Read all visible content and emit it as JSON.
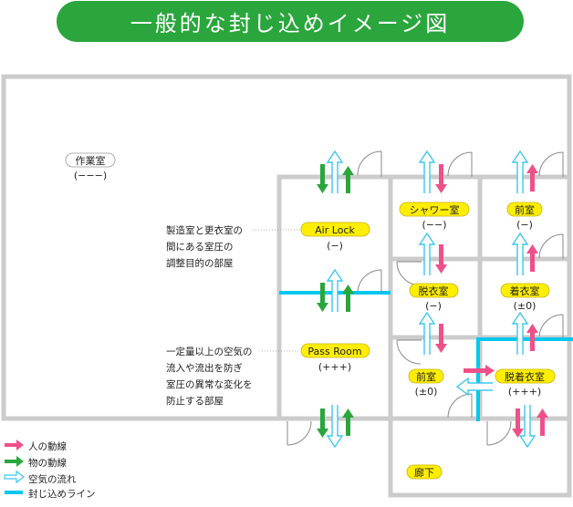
{
  "title": "一般的な封じ込めイメージ図",
  "colors": {
    "title_bg": "#2aa63c",
    "wall": "#cccccc",
    "seal_line": "#00c8f0",
    "person_flow": "#f0508a",
    "material_flow": "#2aa63c",
    "air_flow": "#3cc8f0",
    "room_pill": "#ffee00"
  },
  "rooms": [
    {
      "id": "work",
      "name": "作業室",
      "pressure": "(−−−)",
      "pill_style": "outline"
    },
    {
      "id": "airlock",
      "name": "Air Lock",
      "pressure": "(−)",
      "pill_style": "yellow"
    },
    {
      "id": "passroom",
      "name": "Pass Room",
      "pressure": "(+++)",
      "pill_style": "yellow"
    },
    {
      "id": "shower",
      "name": "シャワー室",
      "pressure": "(−−)",
      "pill_style": "yellow"
    },
    {
      "id": "anteroom1",
      "name": "前室",
      "pressure": "(−)",
      "pill_style": "yellow"
    },
    {
      "id": "undress",
      "name": "脱衣室",
      "pressure": "(−)",
      "pill_style": "yellow"
    },
    {
      "id": "dress",
      "name": "着衣室",
      "pressure": "(±0)",
      "pill_style": "yellow"
    },
    {
      "id": "anteroom2",
      "name": "前室",
      "pressure": "(±0)",
      "pill_style": "yellow"
    },
    {
      "id": "changing",
      "name": "脱着衣室",
      "pressure": "(+++)",
      "pill_style": "yellow"
    },
    {
      "id": "corridor",
      "name": "廊下",
      "pressure": "",
      "pill_style": "yellow"
    }
  ],
  "notes": {
    "airlock": [
      "製造室と更衣室の",
      "間にある室圧の",
      "調整目的の部屋"
    ],
    "passroom": [
      "一定量以上の空気の",
      "流入や流出を防ぎ",
      "室圧の異常な変化を",
      "防止する部屋"
    ]
  },
  "legend": [
    {
      "icon": "person-flow-arrow-icon",
      "label": "人の動線"
    },
    {
      "icon": "material-flow-arrow-icon",
      "label": "物の動線"
    },
    {
      "icon": "air-flow-arrow-icon",
      "label": "空気の流れ"
    },
    {
      "icon": "seal-line-icon",
      "label": "封じ込めライン"
    }
  ]
}
